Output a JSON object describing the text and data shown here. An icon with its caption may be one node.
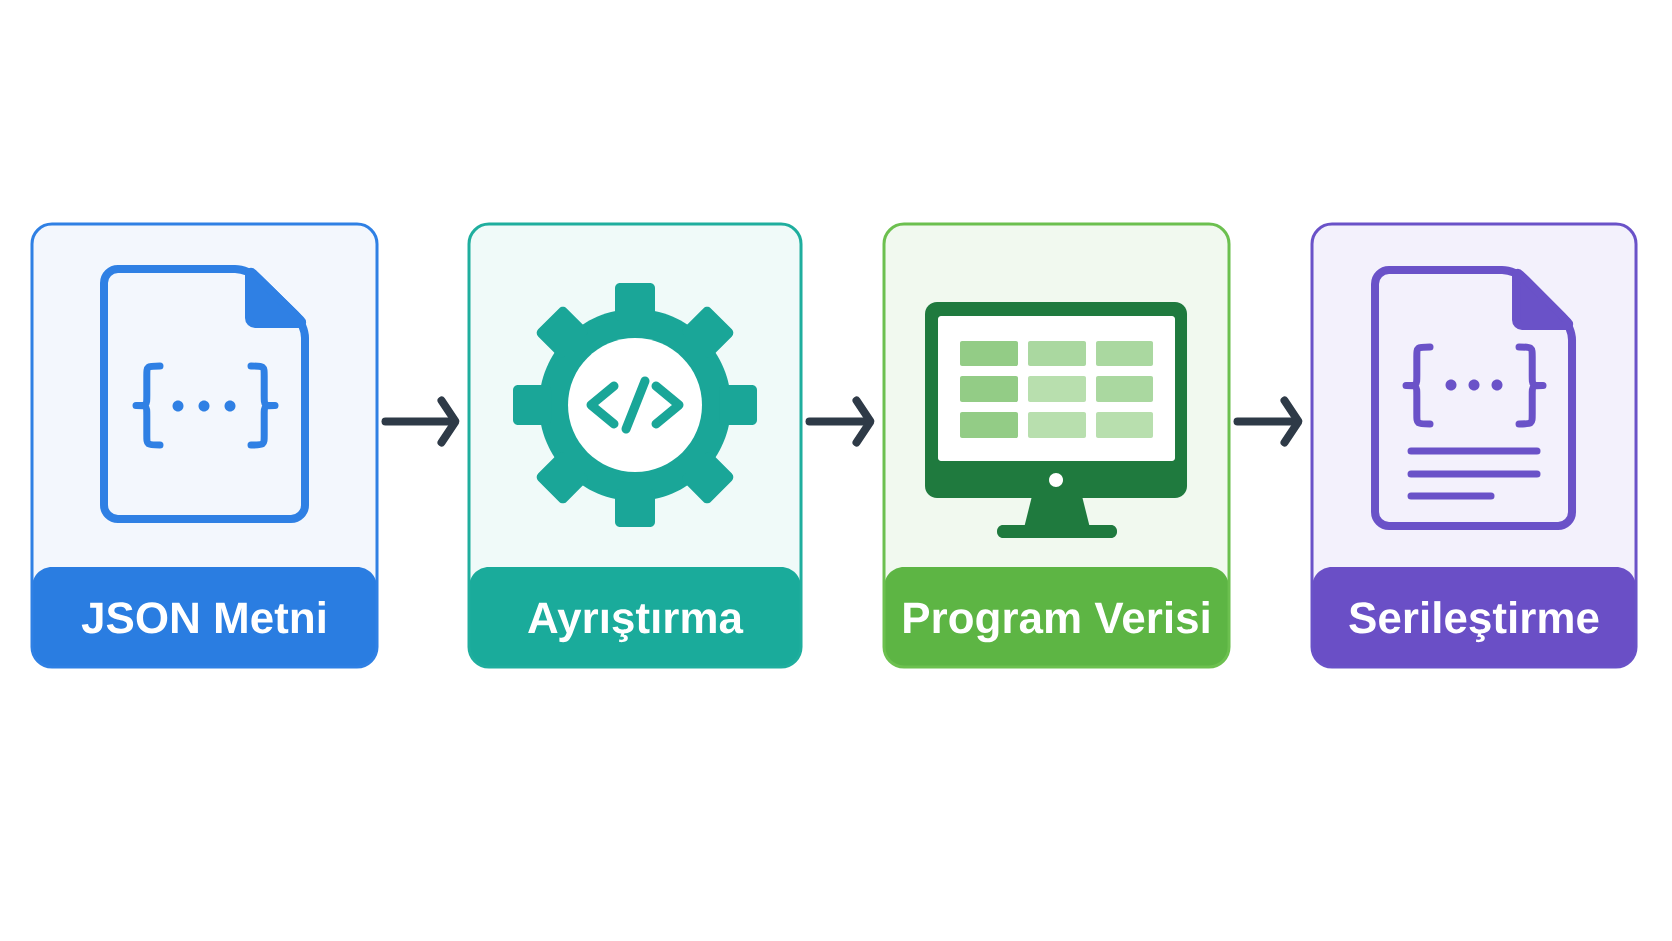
{
  "diagram": {
    "nodes": [
      {
        "text": [
          "JSON Metni"
        ]
      },
      {
        "text": [
          "Ayrıştırma"
        ]
      },
      {
        "text": [
          "Program Verisi"
        ]
      },
      {
        "text": [
          "Serileştirme"
        ]
      }
    ],
    "edges": [
      {
        "from": 0,
        "to": 1,
        "arrow": "to"
      },
      {
        "from": 1,
        "to": 2,
        "arrow": "to"
      },
      {
        "from": 2,
        "to": 3,
        "arrow": "to"
      }
    ]
  }
}
